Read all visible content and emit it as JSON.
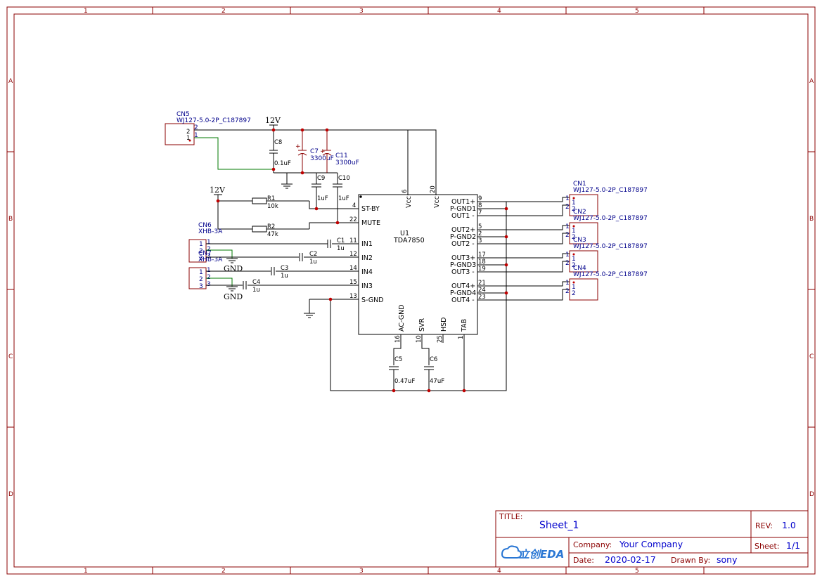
{
  "sheet": {
    "columns": [
      "1",
      "2",
      "3",
      "4",
      "5"
    ],
    "rows": [
      "A",
      "B",
      "C",
      "D"
    ]
  },
  "title_block": {
    "title_label": "TITLE:",
    "title_value": "Sheet_1",
    "rev_label": "REV:",
    "rev_value": "1.0",
    "company_label": "Company:",
    "company_value": "Your Company",
    "sheet_label": "Sheet:",
    "sheet_value": "1/1",
    "date_label": "Date:",
    "date_value": "2020-02-17",
    "drawn_label": "Drawn By:",
    "drawn_value": "sony",
    "logo_text": "立创EDA"
  },
  "power": {
    "v12_a": "12V",
    "v12_b": "12V",
    "gnd_a": "GND",
    "gnd_b": "GND"
  },
  "ic": {
    "ref": "U1",
    "value": "TDA7850",
    "left_pins": [
      {
        "num": "4",
        "name": "ST-BY"
      },
      {
        "num": "22",
        "name": "MUTE"
      },
      {
        "num": "11",
        "name": "IN1"
      },
      {
        "num": "12",
        "name": "IN2"
      },
      {
        "num": "14",
        "name": "IN4"
      },
      {
        "num": "15",
        "name": "IN3"
      },
      {
        "num": "13",
        "name": "S-GND"
      }
    ],
    "right_pins": [
      {
        "num": "9",
        "name": "OUT1+"
      },
      {
        "num": "8",
        "name": "P-GND1"
      },
      {
        "num": "7",
        "name": "OUT1 -"
      },
      {
        "num": "5",
        "name": "OUT2+"
      },
      {
        "num": "2",
        "name": "P-GND2"
      },
      {
        "num": "3",
        "name": "OUT2 -"
      },
      {
        "num": "17",
        "name": "OUT3+"
      },
      {
        "num": "18",
        "name": "P-GND3"
      },
      {
        "num": "19",
        "name": "OUT3 -"
      },
      {
        "num": "21",
        "name": "OUT4+"
      },
      {
        "num": "24",
        "name": "P-GND4"
      },
      {
        "num": "23",
        "name": "OUT4 -"
      }
    ],
    "top_pins": [
      {
        "num": "6",
        "name": "Vcc"
      },
      {
        "num": "20",
        "name": "Vcc"
      }
    ],
    "bottom_pins": [
      {
        "num": "16",
        "name": "AC-GND"
      },
      {
        "num": "10",
        "name": "SVR"
      },
      {
        "num": "25",
        "name": "HSD"
      },
      {
        "num": "1",
        "name": "TAB"
      }
    ]
  },
  "components": {
    "c8": {
      "ref": "C8",
      "value": "0.1uF"
    },
    "c7": {
      "ref": "C7",
      "value": "3300uF"
    },
    "c11": {
      "ref": "C11",
      "value": "3300uF"
    },
    "c9": {
      "ref": "C9",
      "value": "1uF"
    },
    "c10": {
      "ref": "C10",
      "value": "1uF"
    },
    "r1": {
      "ref": "R1",
      "value": "10k"
    },
    "r2": {
      "ref": "R2",
      "value": "47k"
    },
    "c1": {
      "ref": "C1",
      "value": "1u"
    },
    "c2": {
      "ref": "C2",
      "value": "1u"
    },
    "c3": {
      "ref": "C3",
      "value": "1u"
    },
    "c4": {
      "ref": "C4",
      "value": "1u"
    },
    "c5": {
      "ref": "C5",
      "value": "0.47uF"
    },
    "c6": {
      "ref": "C6",
      "value": "47uF"
    }
  },
  "connectors": {
    "cn5": {
      "ref": "CN5",
      "value": "WJ127-5.0-2P_C187897",
      "pin_a": "2",
      "pin_b": "1"
    },
    "cn6": {
      "ref": "CN6",
      "value": "XHB-3A",
      "pins": [
        "1",
        "2",
        "3"
      ]
    },
    "cn7": {
      "ref": "CN7",
      "value": "XHB-3A",
      "pins": [
        "1",
        "2",
        "3"
      ]
    },
    "cn1": {
      "ref": "CN1",
      "value": "WJ127-5.0-2P_C187897",
      "pins": [
        "1",
        "2"
      ]
    },
    "cn2": {
      "ref": "CN2",
      "value": "WJ127-5.0-2P_C187897",
      "pins": [
        "1",
        "2"
      ]
    },
    "cn3": {
      "ref": "CN3",
      "value": "WJ127-5.0-2P_C187897",
      "pins": [
        "1",
        "2"
      ]
    },
    "cn4": {
      "ref": "CN4",
      "value": "WJ127-5.0-2P_C187897",
      "pins": [
        "1",
        "2"
      ]
    }
  }
}
